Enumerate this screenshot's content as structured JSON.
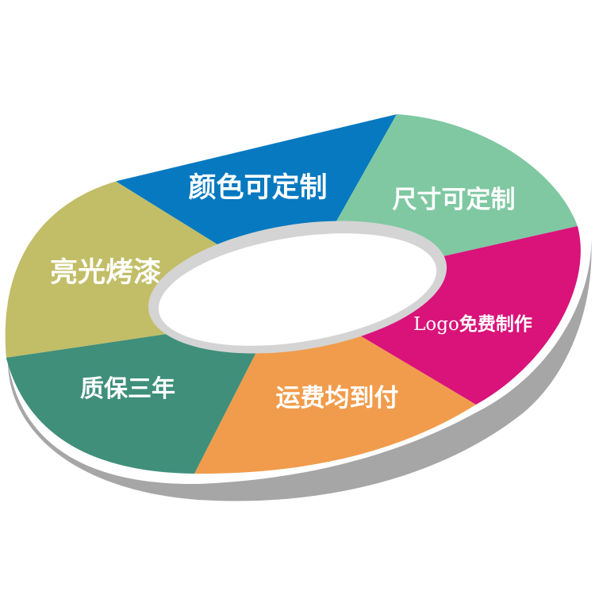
{
  "segments": [
    {
      "id": "color",
      "label": "颜色可定制",
      "color": "#0679c0"
    },
    {
      "id": "size",
      "label": "尺寸可定制",
      "color": "#7fc8a2"
    },
    {
      "id": "logo",
      "label_latin": "Logo",
      "label": "免费制作",
      "color": "#d9137a"
    },
    {
      "id": "shipping",
      "label": "运费均到付",
      "color": "#f19c4c"
    },
    {
      "id": "warranty",
      "label": "质保三年",
      "color": "#3f8f7b"
    },
    {
      "id": "paint",
      "label": "亮光烤漆",
      "color": "#c2bd67"
    }
  ],
  "colors": {
    "shadow": "#a6a6a6",
    "hole_ring": "#d4d4d4",
    "hole_fill": "#ffffff",
    "background": "#ffffff"
  }
}
